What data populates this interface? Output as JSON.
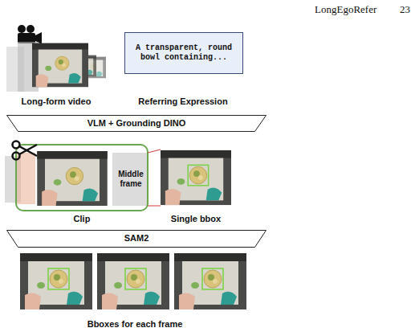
{
  "diagram": {
    "nodes": [
      {
        "text": [
          "A transparent, round bowl containing..."
        ]
      },
      {
        "text": [
          "VLM + Grounding DINO"
        ]
      },
      {
        "text": [
          "Middle frame"
        ]
      },
      {
        "text": [
          "SAM2"
        ]
      }
    ],
    "labels": [
      "LongEgoRefer",
      "23",
      "Long-form video",
      "Referring Expression",
      "Clip",
      "Single bbox",
      "Bboxes for each frame"
    ]
  }
}
